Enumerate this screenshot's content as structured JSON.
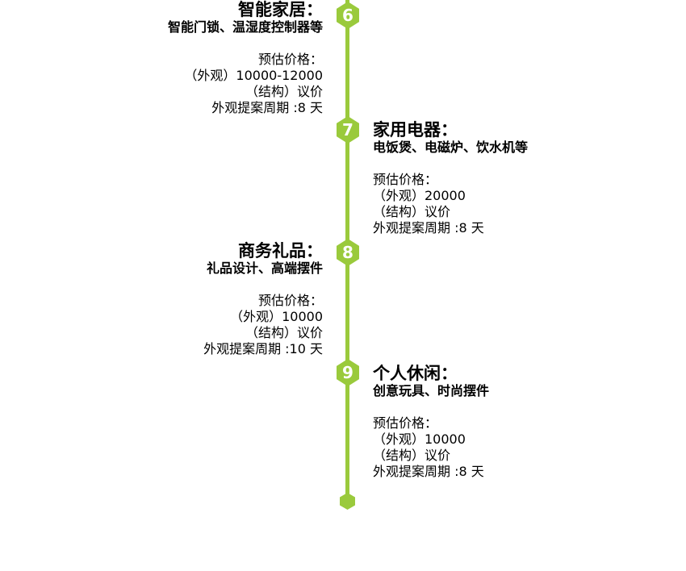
{
  "timeline": {
    "accent_color": "#9aca3c",
    "text_color": "#000000",
    "node_number_color": "#ffffff",
    "sections": [
      {
        "number": "6",
        "side": "left",
        "title": "智能家居：",
        "subtitle": "智能门锁、温湿度控制器等",
        "details": [
          "预估价格：",
          "（外观）10000-12000",
          "（结构）议价",
          "外观提案周期 :8 天"
        ]
      },
      {
        "number": "7",
        "side": "right",
        "title": "家用电器：",
        "subtitle": "电饭煲、电磁炉、饮水机等",
        "details": [
          "预估价格：",
          "（外观）20000",
          "（结构）议价",
          "外观提案周期 :8 天"
        ]
      },
      {
        "number": "8",
        "side": "left",
        "title": "商务礼品：",
        "subtitle": "礼品设计、高端摆件",
        "details": [
          "预估价格：",
          "（外观）10000",
          "（结构）议价",
          "外观提案周期 :10 天"
        ]
      },
      {
        "number": "9",
        "side": "right",
        "title": "个人休闲：",
        "subtitle": "创意玩具、时尚摆件",
        "details": [
          "预估价格：",
          "（外观）10000",
          "（结构）议价",
          "外观提案周期 :8 天"
        ]
      }
    ]
  }
}
